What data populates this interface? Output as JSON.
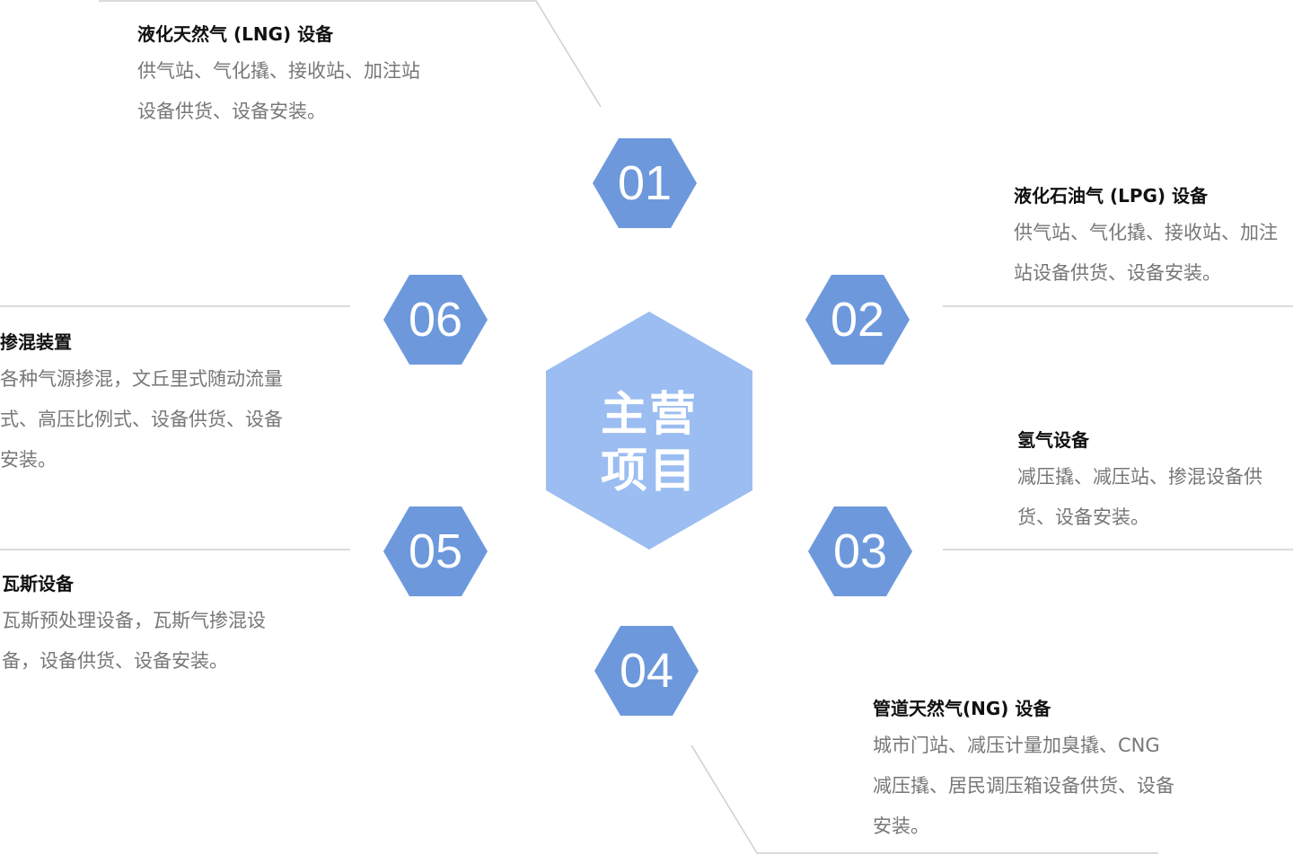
{
  "center": {
    "line1": "主营",
    "line2": "项目"
  },
  "colors": {
    "hex": "#6d99dc",
    "center": "#9bbdf1",
    "line": "#cccccc"
  },
  "items": [
    {
      "num": "01",
      "title": "液化天然气 (LNG) 设备",
      "desc": "供气站、气化撬、接收站、加注站设备供货、设备安装。"
    },
    {
      "num": "02",
      "title": "液化石油气 (LPG) 设备",
      "desc": "供气站、气化撬、接收站、加注站设备供货、设备安装。"
    },
    {
      "num": "03",
      "title": "氢气设备",
      "desc": "减压撬、减压站、掺混设备供货、设备安装。"
    },
    {
      "num": "04",
      "title": "管道天然气(NG) 设备",
      "desc": "城市门站、减压计量加臭撬、CNG减压撬、居民调压箱设备供货、设备安装。"
    },
    {
      "num": "05",
      "title": "瓦斯设备",
      "desc": "瓦斯预处理设备，瓦斯气掺混设备，设备供货、设备安装。"
    },
    {
      "num": "06",
      "title": "掺混装置",
      "desc": "各种气源掺混，文丘里式随动流量式、高压比例式、设备供货、设备安装。"
    }
  ]
}
